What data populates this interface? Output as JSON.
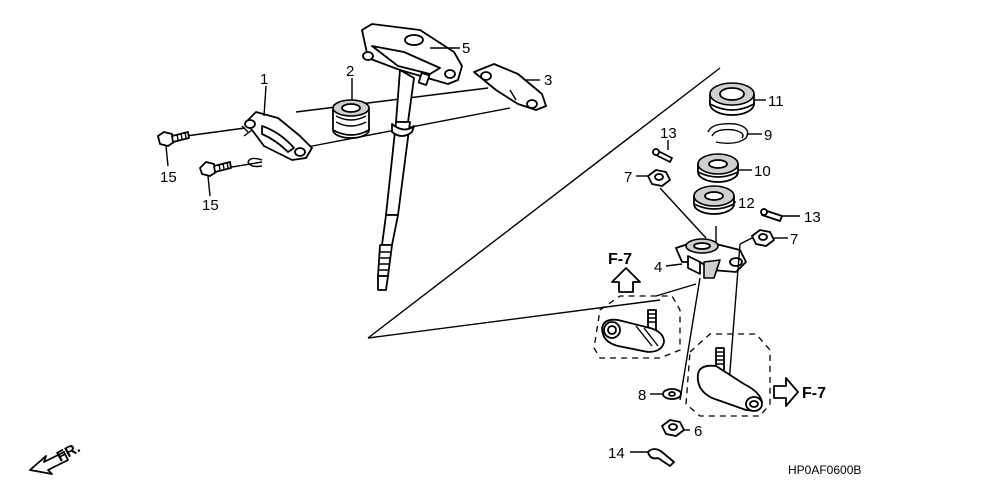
{
  "callouts": {
    "c1": "1",
    "c2": "2",
    "c3": "3",
    "c4": "4",
    "c5": "5",
    "c6": "6",
    "c7a": "7",
    "c7b": "7",
    "c8": "8",
    "c9": "9",
    "c10": "10",
    "c11": "11",
    "c12": "12",
    "c13a": "13",
    "c13b": "13",
    "c14": "14",
    "c15a": "15",
    "c15b": "15"
  },
  "refs": {
    "left": "F-7",
    "right": "F-7"
  },
  "front_label": "FR.",
  "diagram_code": "HP0AF0600B"
}
